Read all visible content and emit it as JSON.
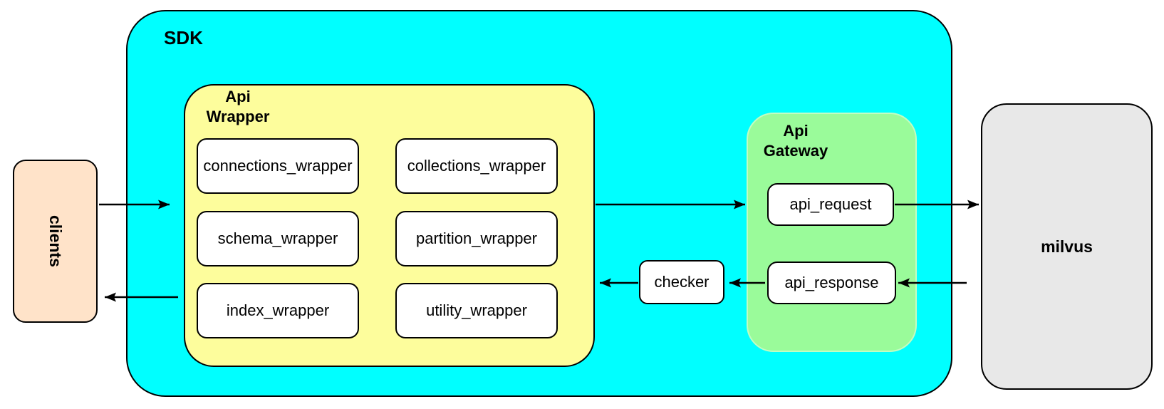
{
  "diagram": {
    "title_context": "SDK to milvus request flow",
    "nodes": {
      "clients": "clients",
      "sdk": "SDK",
      "api_wrapper": "Api\nWrapper",
      "wrapper_boxes": [
        "connections_wrapper",
        "collections_wrapper",
        "schema_wrapper",
        "partition_wrapper",
        "index_wrapper",
        "utility_wrapper"
      ],
      "checker": "checker",
      "api_gateway": "Api\nGateway",
      "api_request": "api_request",
      "api_response": "api_response",
      "milvus": "milvus"
    },
    "connections": [
      {
        "from": "clients",
        "to": "sdk"
      },
      {
        "from": "api_wrapper",
        "to": "api_gateway"
      },
      {
        "from": "api_request",
        "to": "milvus"
      },
      {
        "from": "milvus",
        "to": "api_response"
      },
      {
        "from": "api_response",
        "to": "checker"
      },
      {
        "from": "checker",
        "to": "api_wrapper"
      },
      {
        "from": "sdk",
        "to": "clients"
      }
    ],
    "colors": {
      "sdk_fill": "#00FFFF",
      "api_wrapper_fill": "#FDFD9C",
      "api_gateway_fill": "#9AFB9A",
      "clients_fill": "#FFE3C9",
      "milvus_fill": "#E8E8E8",
      "node_fill": "#FFFFFF",
      "stroke": "#000000",
      "background": "#FFFFFF"
    }
  }
}
